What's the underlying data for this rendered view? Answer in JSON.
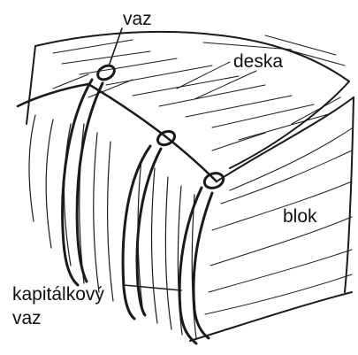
{
  "labels": {
    "vaz": "vaz",
    "deska": "deska",
    "blok": "blok",
    "kapitalkovy_vaz": [
      "kapitálkový",
      "vaz"
    ]
  }
}
